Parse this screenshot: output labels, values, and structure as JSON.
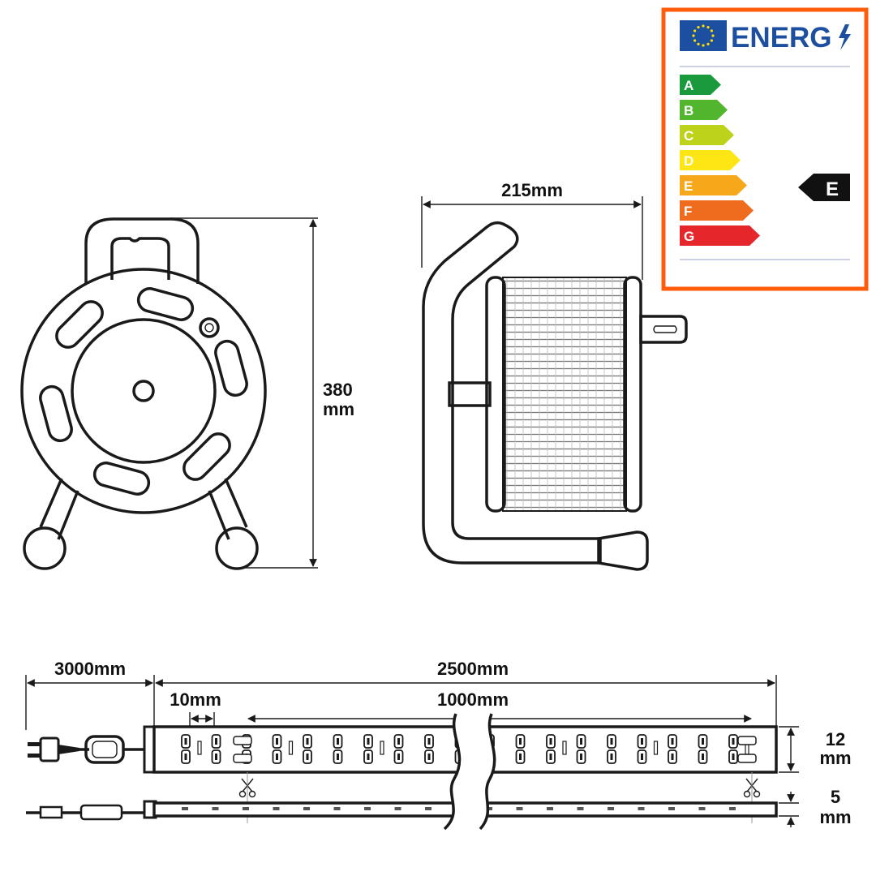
{
  "dimensions": {
    "reel_height_value": "380",
    "reel_height_unit": "mm",
    "reel_width": "215mm",
    "cable_length": "3000mm",
    "strip_length": "2500mm",
    "cut_spacing": "10mm",
    "segment_length": "1000mm",
    "strip_width_value": "12",
    "strip_width_unit": "mm",
    "strip_height_value": "5",
    "strip_height_unit": "mm"
  },
  "energy_label": {
    "brand": "ENERG",
    "classes": [
      "A",
      "B",
      "C",
      "D",
      "E",
      "F",
      "G"
    ],
    "class_colors": [
      "#1a9a3c",
      "#52b52e",
      "#bdd21b",
      "#fde614",
      "#f6a71a",
      "#ef6b1d",
      "#e5262a"
    ],
    "rating": "E",
    "frame_color": "#ff5c0c",
    "flag_color": "#1d4fa0"
  },
  "icons": {
    "plug": "plug-icon",
    "scissors": "scissors-icon",
    "lightning": "lightning-icon",
    "eu_flag": "eu-flag-icon"
  }
}
